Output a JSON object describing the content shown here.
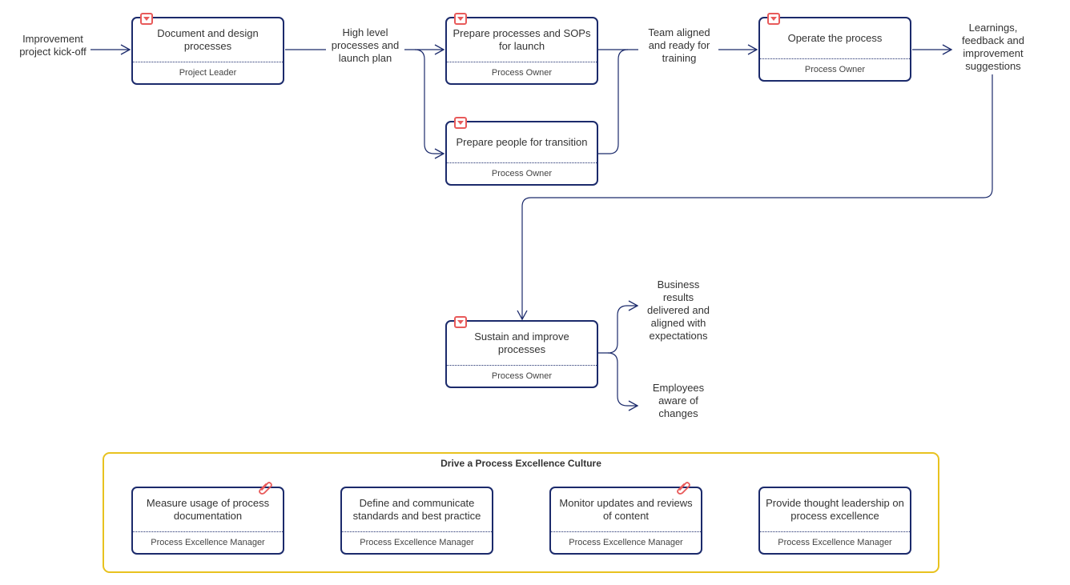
{
  "flow": {
    "kickoff": "Improvement project kick-off",
    "high_level": "High level processes and launch plan",
    "team_aligned": "Team aligned and ready for training",
    "learnings": "Learnings, feedback and improvement suggestions",
    "business_results": "Business results delivered and aligned with expectations",
    "employees_aware": "Employees aware of changes"
  },
  "nodes": {
    "document": {
      "title": "Document and design processes",
      "owner": "Project Leader"
    },
    "prepare_processes": {
      "title": "Prepare processes and SOPs for launch",
      "owner": "Process Owner"
    },
    "prepare_people": {
      "title": "Prepare people for transition",
      "owner": "Process Owner"
    },
    "operate": {
      "title": "Operate the process",
      "owner": "Process Owner"
    },
    "sustain": {
      "title": "Sustain and improve processes",
      "owner": "Process Owner"
    }
  },
  "culture": {
    "title": "Drive a Process Excellence Culture",
    "items": [
      {
        "title": "Measure usage of process documentation",
        "owner": "Process Excellence Manager",
        "attachment": true
      },
      {
        "title": "Define and communicate standards and best practice",
        "owner": "Process Excellence Manager",
        "attachment": false
      },
      {
        "title": "Monitor updates and reviews of content",
        "owner": "Process Excellence Manager",
        "attachment": true
      },
      {
        "title": "Provide thought leadership on process excellence",
        "owner": "Process Excellence Manager",
        "attachment": false
      }
    ]
  },
  "icons": {
    "task_marker": "dropdown-marker-icon",
    "attachment": "paperclip-icon"
  },
  "colors": {
    "node_border": "#1b2a6b",
    "marker": "#e85a5a",
    "culture_border": "#e8c21f",
    "connector": "#1b2a6b"
  }
}
